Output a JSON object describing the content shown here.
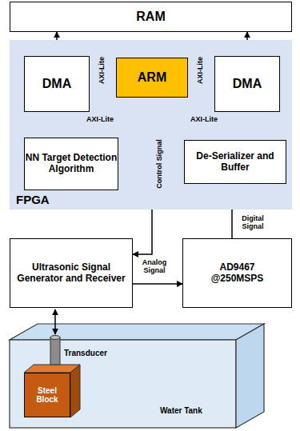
{
  "diagram": {
    "nodes": [
      {
        "text": [
          "RAM"
        ]
      },
      {
        "text": [
          "FPGA"
        ]
      },
      {
        "text": [
          "DMA"
        ],
        "in": 1
      },
      {
        "text": [
          "ARM"
        ],
        "in": 1
      },
      {
        "text": [
          "DMA"
        ],
        "in": 1
      },
      {
        "text": [
          "NN Target Detection Algorithm"
        ],
        "in": 1
      },
      {
        "text": [
          "De-Serializer and Buffer"
        ],
        "in": 1
      },
      {
        "text": [
          "Ultrasonic Signal Generator and Receiver"
        ]
      },
      {
        "text": [
          "AD9467 @250MSPS"
        ]
      },
      {
        "text": [
          "Steel Block"
        ]
      }
    ],
    "edges": [
      {
        "from": 0,
        "to": 2,
        "arrow": "both"
      },
      {
        "from": 0,
        "to": 4,
        "arrow": "both"
      },
      {
        "from": 3,
        "to": 2,
        "label": "AXI-Lite",
        "arrow": "to"
      },
      {
        "from": 3,
        "to": 4,
        "label": "AXI-Lite",
        "arrow": "to"
      },
      {
        "from": 3,
        "to": 5,
        "label": "AXI-Lite",
        "arrow": "to"
      },
      {
        "from": 3,
        "to": 6,
        "label": "AXI-Lite",
        "arrow": "to"
      },
      {
        "from": 2,
        "to": 5,
        "arrow": "both"
      },
      {
        "from": 4,
        "to": 6,
        "arrow": "both"
      },
      {
        "from": 3,
        "to": 7,
        "label": "Control Signal",
        "arrow": "to"
      },
      {
        "from": 7,
        "to": 8,
        "label": "Analog Signal",
        "arrow": "to"
      },
      {
        "from": 8,
        "to": 6,
        "label": "Digital Signal",
        "arrow": "to"
      }
    ],
    "labels": [
      "Transducer",
      "Water Tank"
    ]
  }
}
